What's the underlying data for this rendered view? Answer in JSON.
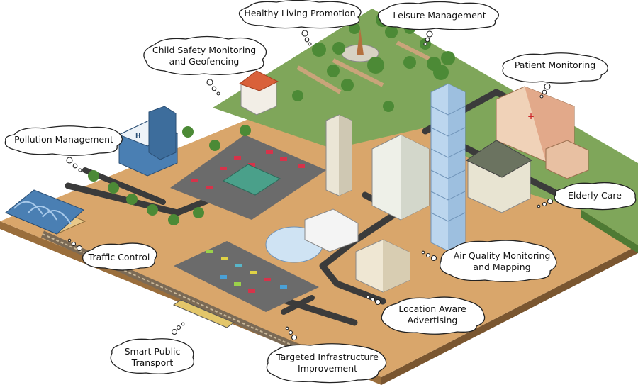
{
  "labels": {
    "healthy_living": "Healthy Living Promotion",
    "leisure": "Leisure Management",
    "child_safety_1": "Child Safety Monitoring",
    "child_safety_2": "and Geofencing",
    "patient": "Patient Monitoring",
    "pollution": "Pollution Management",
    "elderly": "Elderly Care",
    "traffic": "Traffic Control",
    "air_quality_1": "Air Quality Monitoring",
    "air_quality_2": "and Mapping",
    "location_1": "Location Aware",
    "location_2": "Advertising",
    "transport_1": "Smart Public",
    "transport_2": "Transport",
    "infrastructure_1": "Targeted Infrastructure",
    "infrastructure_2": "Improvement"
  },
  "colors": {
    "ground": "#d9a66b",
    "ground_side": "#9a6e3c",
    "grass": "#7fa65a",
    "grass_side": "#4e7a34",
    "road": "#3b3b3b",
    "building_blue": "#4a7fb3",
    "glass": "#bcd6ee",
    "tree": "#4c8a36",
    "parking": "#6b6b6b"
  }
}
